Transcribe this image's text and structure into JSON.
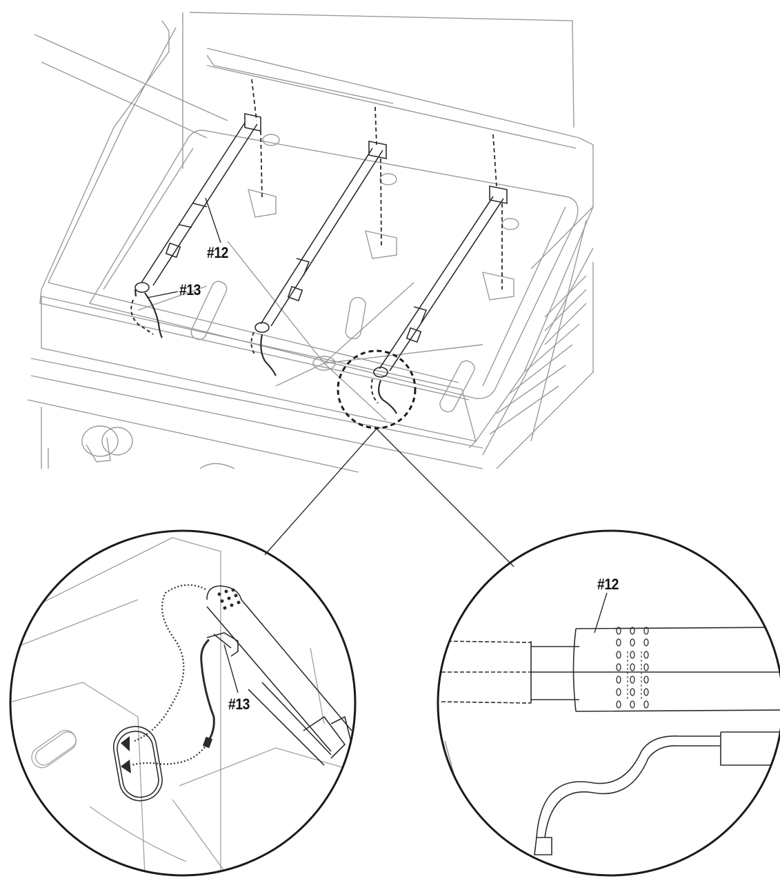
{
  "labels": {
    "burner_main": "#12",
    "igniter_main": "#13",
    "igniter_detail": "#13",
    "burner_detail": "#12"
  },
  "colors": {
    "line": "#2b2b2b",
    "light_line": "#9a9a9a",
    "background": "#ffffff"
  }
}
